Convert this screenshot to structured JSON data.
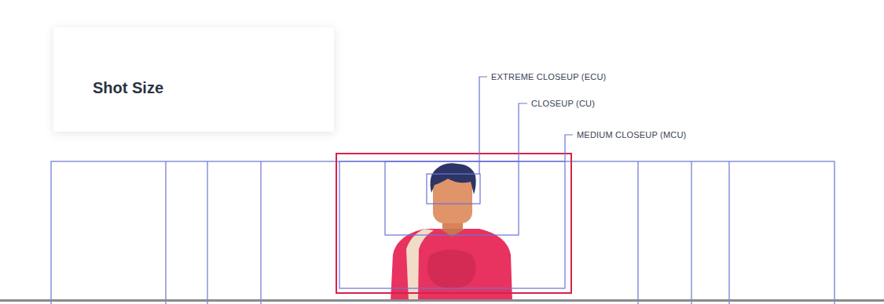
{
  "diagram": {
    "title": "Shot Size",
    "labels": [
      "EXTREME CLOSEUP (ECU)",
      "CLOSEUP (CU)",
      "MEDIUM CLOSEUP (MCU)"
    ]
  }
}
